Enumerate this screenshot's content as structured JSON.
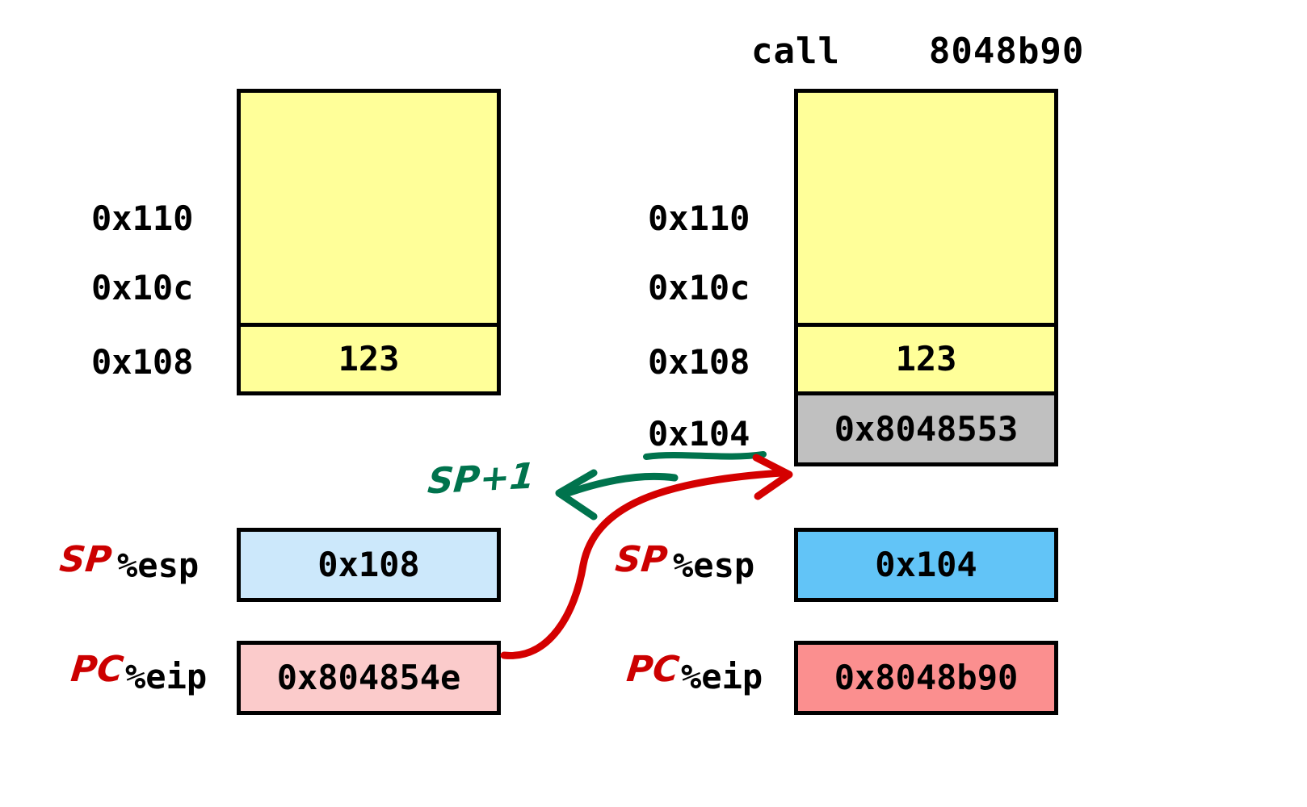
{
  "title": "call    8048b90",
  "colors": {
    "stack_fill": "#FFFF99",
    "saved_pc_fill": "#C0C0C0",
    "esp_before_fill": "#CCE8FB",
    "esp_after_fill": "#62C4F7",
    "eip_before_fill": "#FBCBCB",
    "eip_after_fill": "#FB8F8F",
    "outline": "#000000",
    "annotation_red": "#CC0000",
    "annotation_green": "#00734D"
  },
  "before": {
    "stack": {
      "addresses": [
        "0x110",
        "0x10c",
        "0x108"
      ],
      "cells": [
        {
          "address": "",
          "value": ""
        },
        {
          "address": "0x108",
          "value": "123"
        }
      ]
    },
    "registers": [
      {
        "hand_label": "SP",
        "name": "%esp",
        "value": "0x108"
      },
      {
        "hand_label": "PC",
        "name": "%eip",
        "value": "0x804854e"
      }
    ]
  },
  "after": {
    "stack": {
      "addresses": [
        "0x110",
        "0x10c",
        "0x108",
        "0x104"
      ],
      "cells": [
        {
          "address": "",
          "value": ""
        },
        {
          "address": "0x108",
          "value": "123"
        },
        {
          "address": "0x104",
          "value": "0x8048553"
        }
      ]
    },
    "registers": [
      {
        "hand_label": "SP",
        "name": "%esp",
        "value": "0x104"
      },
      {
        "hand_label": "PC",
        "name": "%eip",
        "value": "0x8048b90"
      }
    ]
  },
  "annotations": {
    "sp_increment": "SP+1"
  }
}
